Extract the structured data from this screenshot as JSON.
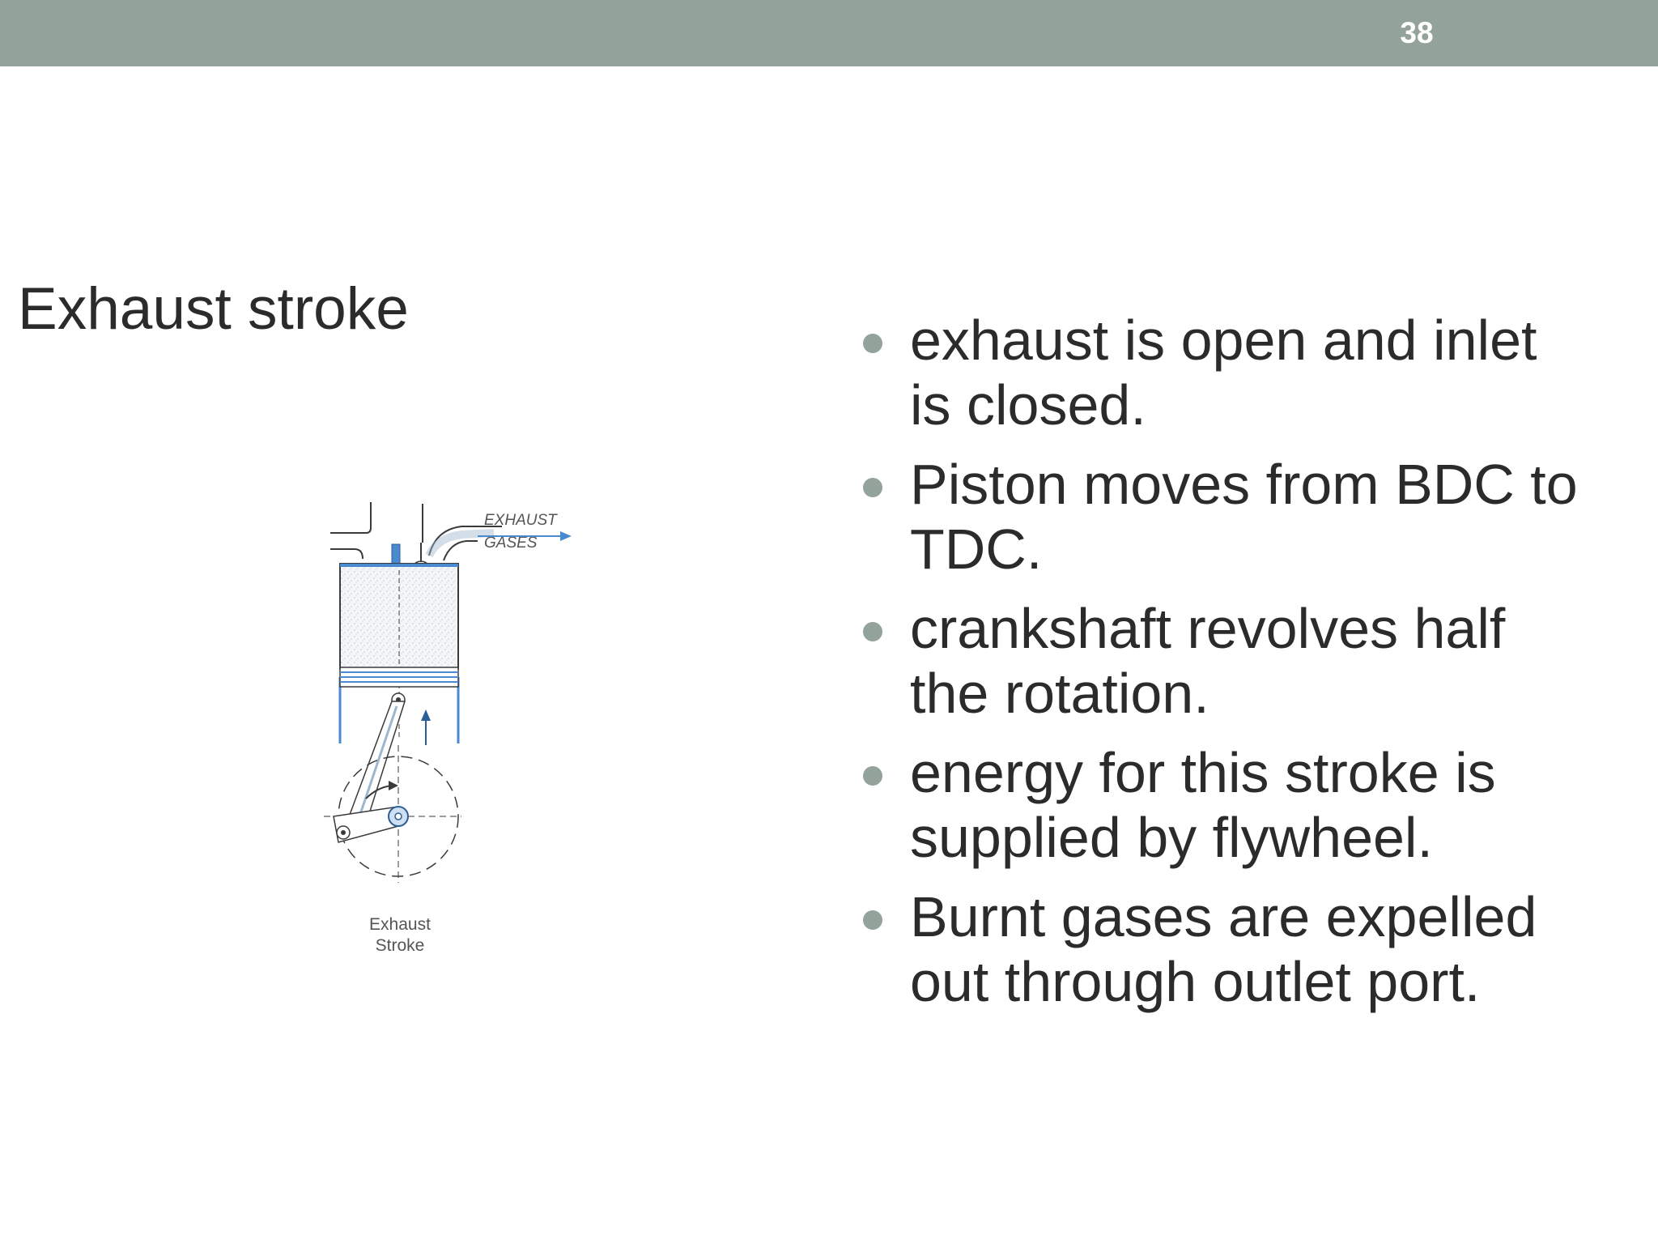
{
  "slide": {
    "number": "38",
    "title": "Exhaust stroke",
    "accent_color": "#93a39a"
  },
  "diagram": {
    "flow_label_line1": "EXHAUST",
    "flow_label_line2": "GASES",
    "caption_line1": "Exhaust",
    "caption_line2": "Stroke"
  },
  "bullets": [
    "exhaust is open and inlet is closed.",
    "Piston moves from BDC to TDC.",
    "crankshaft revolves half the rotation.",
    "energy for this stroke is supplied by flywheel.",
    "Burnt gases are expelled out through outlet port."
  ]
}
